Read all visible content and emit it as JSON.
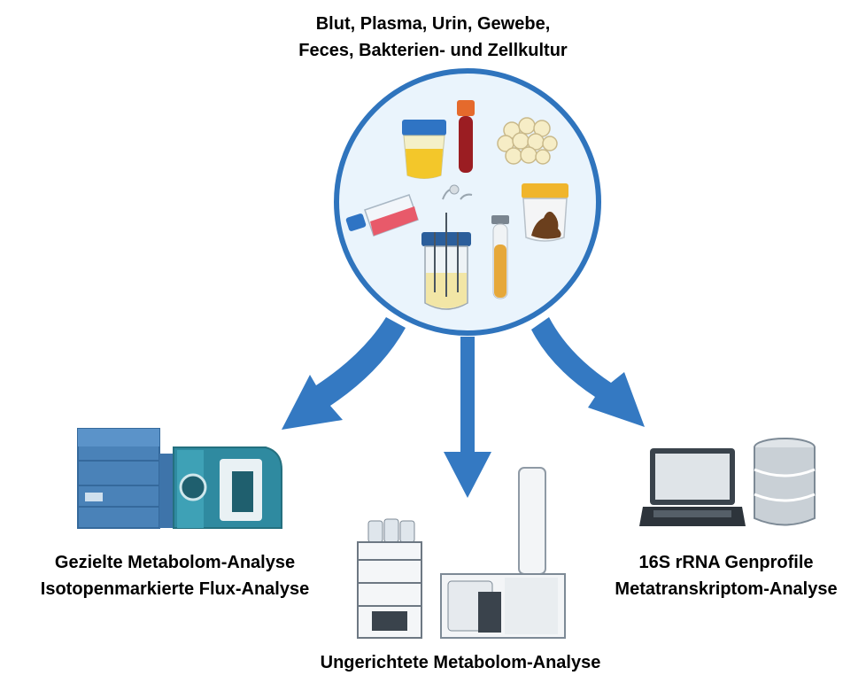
{
  "sources": {
    "title_line1": "Blut, Plasma, Urin, Gewebe,",
    "title_line2": "Feces, Bakterien- und Zellkultur"
  },
  "targeted": {
    "line1": "Gezielte Metabolom-Analyse",
    "line2": "Isotopenmarkierte Flux-Analyse"
  },
  "untargeted": {
    "line1": "Ungerichtete Metabolom-Analyse"
  },
  "sequencing": {
    "line1": "16S rRNA Genprofile",
    "line2": "Metatranskriptom-Analyse"
  },
  "colors": {
    "arrow": "#3479c2",
    "circle_border": "#2f74bd",
    "circle_fill": "#eaf4fc"
  }
}
